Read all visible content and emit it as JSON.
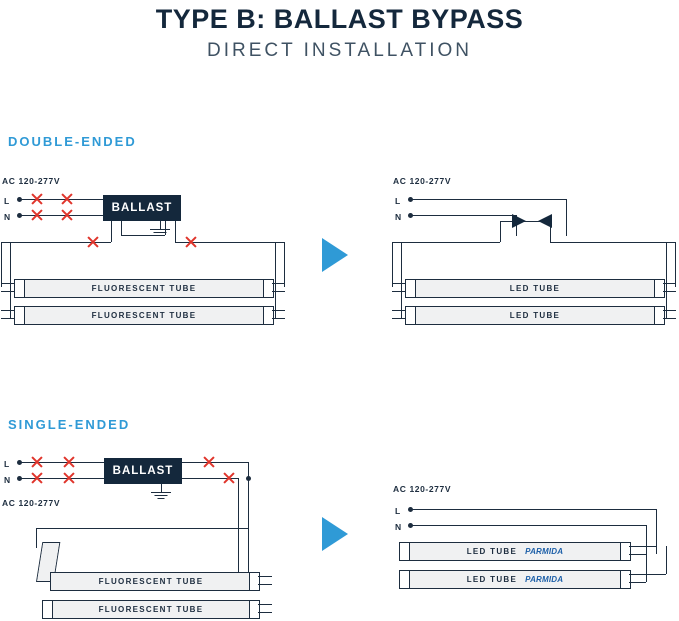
{
  "header": {
    "title": "TYPE B: BALLAST BYPASS",
    "subtitle": "DIRECT INSTALLATION"
  },
  "sections": [
    {
      "label": "DOUBLE-ENDED"
    },
    {
      "label": "SINGLE-ENDED"
    }
  ],
  "labels": {
    "voltage": "AC 120-277V",
    "line": "L",
    "neutral": "N",
    "ballast": "BALLAST",
    "fluorescent_tube": "FLUORESCENT TUBE",
    "led_tube": "LED TUBE",
    "brand": "PARMIDA"
  },
  "colors": {
    "accent": "#2f9ad6",
    "dark": "#14283c",
    "wire": "#1d2d3f",
    "cut": "#e0342b",
    "brand_blue": "#1c5fa8",
    "tube_fill": "#f0f1f2"
  },
  "diagrams": {
    "double_ended_before": {
      "voltage": "AC 120-277V",
      "line": "L",
      "neutral": "N",
      "ballast": "BALLAST",
      "tube_1": "FLUORESCENT TUBE",
      "tube_2": "FLUORESCENT TUBE"
    },
    "double_ended_after": {
      "voltage": "AC 120-277V",
      "line": "L",
      "neutral": "N",
      "tube_1": "LED TUBE",
      "tube_2": "LED TUBE"
    },
    "single_ended_before": {
      "voltage": "AC 120-277V",
      "line": "L",
      "neutral": "N",
      "ballast": "BALLAST",
      "tube_1": "FLUORESCENT TUBE",
      "tube_2": "FLUORESCENT TUBE"
    },
    "single_ended_after": {
      "voltage": "AC 120-277V",
      "line": "L",
      "neutral": "N",
      "tube_1": "LED TUBE",
      "tube_2": "LED TUBE",
      "brand_1": "PARMIDA",
      "brand_2": "PARMIDA"
    }
  }
}
